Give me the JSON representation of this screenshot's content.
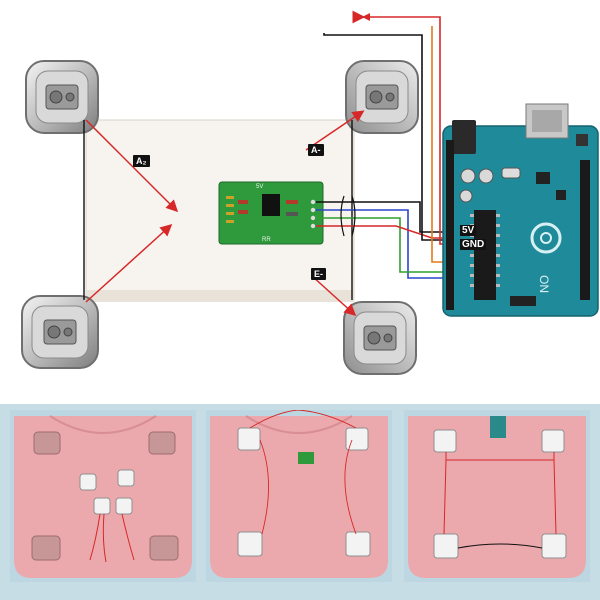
{
  "diagram": {
    "load_cell_labels": {
      "top_left": "A₂",
      "top_right": "A-",
      "bottom_right": "E-"
    },
    "hx711": {
      "top_label": "5V",
      "bottom_label": "RR"
    },
    "arduino": {
      "pin_5v": "5V",
      "pin_gnd": "GND",
      "logo_text": "ON"
    },
    "colors": {
      "board_blue": "#1f8a9a",
      "hx711_green": "#2e9a3c",
      "wire_red": "#d62828",
      "wire_black": "#111111",
      "wire_orange": "#e07b1a",
      "wire_blue": "#2a46c8",
      "wire_green": "#2fa02f"
    }
  },
  "photos": {
    "panels": [
      {
        "name": "panel-1"
      },
      {
        "name": "panel-2"
      },
      {
        "name": "panel-3"
      }
    ]
  }
}
